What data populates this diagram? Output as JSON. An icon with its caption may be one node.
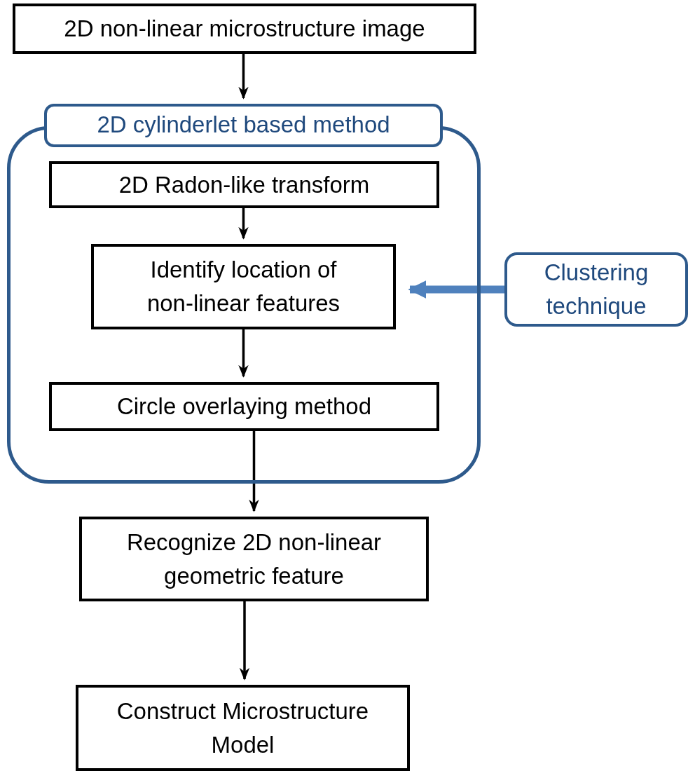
{
  "diagram": {
    "nodes": [
      {
        "text": [
          "2D non-linear microstructure image"
        ]
      },
      {
        "text": [
          "2D cylinderlet based method"
        ]
      },
      {
        "text": [
          "2D Radon-like transform"
        ],
        "in": 1
      },
      {
        "text": [
          "Identify location of non-linear features"
        ],
        "in": 1
      },
      {
        "text": [
          "Circle overlaying method"
        ],
        "in": 1
      },
      {
        "text": [
          "Clustering technique"
        ]
      },
      {
        "text": [
          "Recognize 2D non-linear geometric feature"
        ]
      },
      {
        "text": [
          "Construct Microstructure Model"
        ]
      }
    ],
    "edges": [
      {
        "from": 0,
        "to": 1,
        "arrow": "to"
      },
      {
        "from": 2,
        "to": 3,
        "arrow": "to"
      },
      {
        "from": 3,
        "to": 4,
        "arrow": "to"
      },
      {
        "from": 5,
        "to": 3,
        "arrow": "to",
        "style": "thick",
        "color": "#4f81bd"
      },
      {
        "from": 4,
        "to": 6,
        "arrow": "to"
      },
      {
        "from": 6,
        "to": 7,
        "arrow": "to"
      }
    ]
  }
}
